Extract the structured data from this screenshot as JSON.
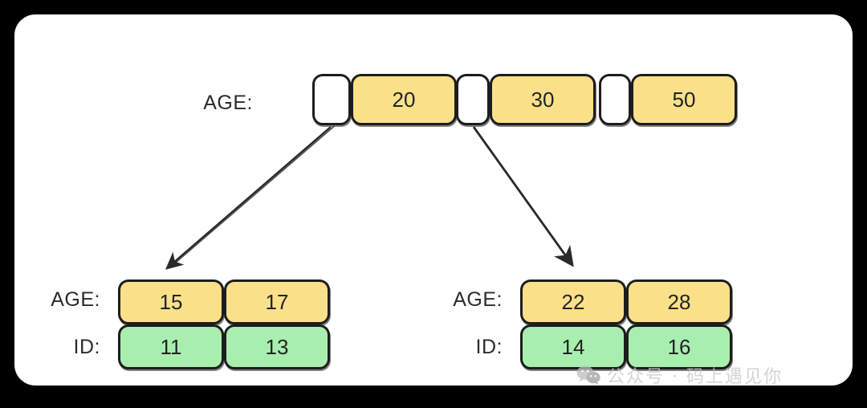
{
  "diagram": {
    "type": "b-plus-tree",
    "background_color": "#000000",
    "card_color": "#ffffff",
    "key_color": "#FBE08A",
    "id_color": "#A8EFAF",
    "stroke_color": "#1d1d1d",
    "root": {
      "label": "AGE:",
      "cells": [
        {
          "text": "",
          "kind": "pointer"
        },
        {
          "text": "20",
          "kind": "key"
        },
        {
          "text": "",
          "kind": "pointer"
        },
        {
          "text": "30",
          "kind": "key"
        },
        {
          "text": "",
          "kind": "pointer"
        },
        {
          "text": "50",
          "kind": "key"
        }
      ]
    },
    "leaf_left": {
      "age_label": "AGE:",
      "id_label": "ID:",
      "ages": [
        "15",
        "17"
      ],
      "ids": [
        "11",
        "13"
      ]
    },
    "leaf_right": {
      "age_label": "AGE:",
      "id_label": "ID:",
      "ages": [
        "22",
        "28"
      ],
      "ids": [
        "14",
        "16"
      ]
    },
    "edges": [
      {
        "name": "root-to-left-leaf",
        "from": "root-pointer-0",
        "to": "leaf-left-age-0"
      },
      {
        "name": "root-to-right-leaf",
        "from": "root-pointer-1",
        "to": "leaf-right-age-0"
      }
    ]
  },
  "watermark": {
    "icon": "wechat-icon",
    "text": "公众号 · 码上遇见你"
  }
}
